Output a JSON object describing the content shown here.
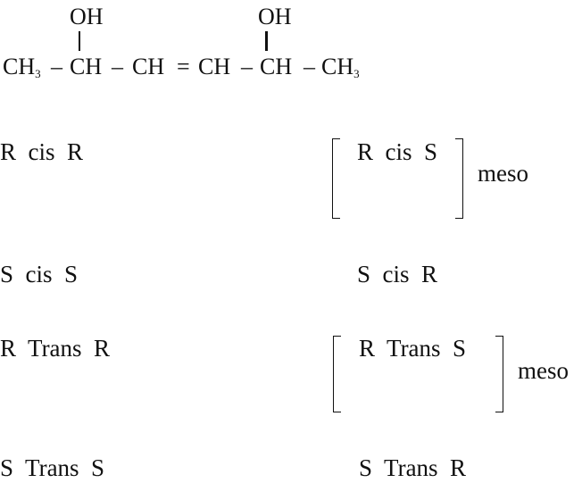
{
  "formula": {
    "oh_left": "OH",
    "oh_right": "OH",
    "parts": [
      "CH",
      "3",
      "–",
      "CH",
      "–",
      "CH",
      "=",
      "CH",
      "–",
      "CH",
      "–",
      "CH",
      "3"
    ]
  },
  "isomers": {
    "r1_left": "R  cis  R",
    "r1_right": "R  cis  S",
    "r1_meso": "meso",
    "r2_left": "S  cis  S",
    "r2_right": "S  cis  R",
    "r3_left": "R  Trans  R",
    "r3_right": "R  Trans  S",
    "r3_meso": "meso",
    "r4_left": "S  Trans  S",
    "r4_right": "S  Trans  R"
  }
}
